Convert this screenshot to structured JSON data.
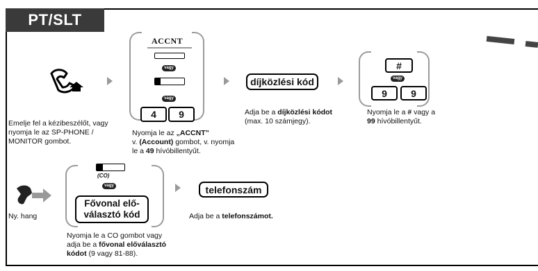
{
  "header": {
    "title": "PT/SLT"
  },
  "steps": {
    "offhook": {
      "caption_line1": "Emelje fel a kézibeszélőt, vagy",
      "caption_line2": "nyomja le az SP-PHONE /",
      "caption_line3": "MONITOR gombot."
    },
    "accnt": {
      "key_label": "ACCNT",
      "or_label": "vagy",
      "num1": "4",
      "num2": "9",
      "caption_pre": "Nyomja le az ",
      "caption_bold1": "„ACCNT”",
      "caption_mid1": "v. ",
      "caption_bold2": "(Account)",
      "caption_mid2": " gombot, v. nyomja",
      "caption_pre3": "le a ",
      "caption_bold3": "49",
      "caption_post3": " hívóbillentyűt."
    },
    "charge_code": {
      "box_label": "díjközlési kód",
      "caption_pre": "Adja be a ",
      "caption_bold": "díjközlési kódot",
      "caption_line2": "(max. 10 számjegy)."
    },
    "hash_99": {
      "hash": "#",
      "or_label": "vagy",
      "num1": "9",
      "num2": "9",
      "caption_pre": "Nyomja le a ",
      "caption_bold1": "#",
      "caption_mid": " vagy a",
      "caption_bold2": "99",
      "caption_post": " hívóbillentyűt."
    },
    "dial_tone": {
      "caption": "Ny. hang"
    },
    "co_line": {
      "co_label": "(CO)",
      "or_label": "vagy",
      "box_label_line1": "Fővonal elő-",
      "box_label_line2": "választó kód",
      "caption_line1": "Nyomja le a CO gombot vagy",
      "caption_pre2": "adja be a ",
      "caption_bold2": "fővonal előválasztó",
      "caption_bold3": "kódot",
      "caption_post3": " (9 vagy 81-88)."
    },
    "phone_number": {
      "box_label": "telefonszám",
      "caption_pre": "Adja be a ",
      "caption_bold": "telefonszámot."
    }
  }
}
